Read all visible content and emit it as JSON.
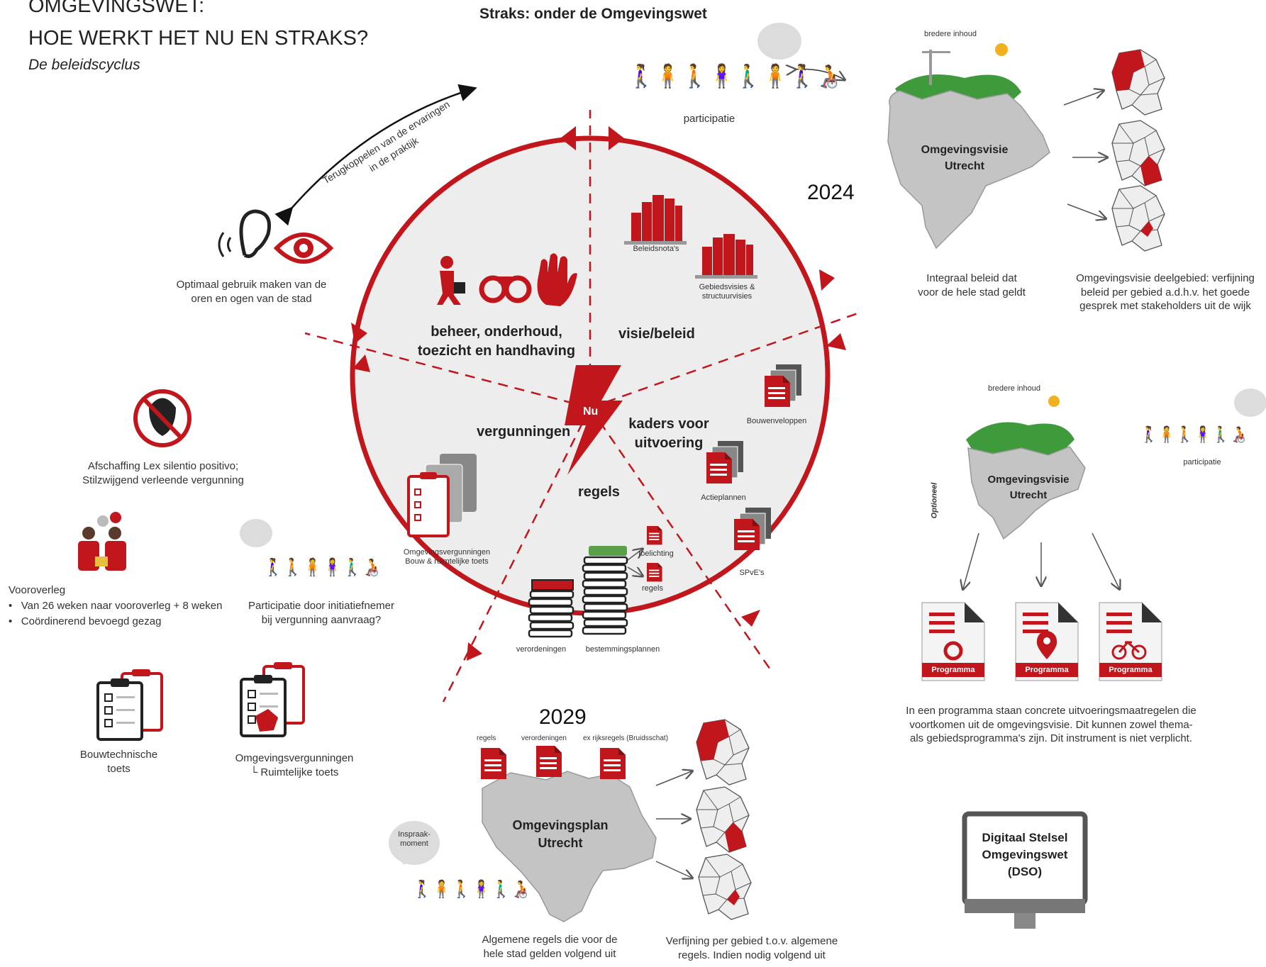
{
  "header": {
    "title_line1": "OMGEVINGSWET:",
    "title_line2": "HOE WERKT HET NU EN STRAKS?",
    "subtitle": "De beleidscyclus",
    "straks": "Straks: onder de Omgevingswet"
  },
  "years": {
    "y2024": "2024",
    "y2029": "2029"
  },
  "feedback": "Terugkoppelen van de ervaringen in de praktijk",
  "ears_eyes": {
    "line1": "Optimaal gebruik maken van de",
    "line2": "oren en ogen van de stad"
  },
  "lex": {
    "line1": "Afschaffing Lex silentio positivo;",
    "line2": "Stilzwijgend verleende vergunning"
  },
  "vooroverleg": {
    "title": "Vooroverleg",
    "bullets": [
      "Van 26 weken naar vooroverleg + 8 weken",
      "Coördinerend bevoegd gezag"
    ]
  },
  "participatie_initiatief": {
    "line1": "Participatie door initiatiefnemer",
    "line2": "bij vergunning aanvraag?"
  },
  "bouwtechnische": {
    "line1": "Bouwtechnische",
    "line2": "toets"
  },
  "omg_ruimtelijk": {
    "line1": "Omgevingsvergunningen",
    "line2": "Ruimtelijke toets"
  },
  "cycle": {
    "beheer": {
      "line1": "beheer, onderhoud,",
      "line2": "toezicht en handhaving"
    },
    "visie": "visie/beleid",
    "kaders": {
      "line1": "kaders voor",
      "line2": "uitvoering"
    },
    "regels": "regels",
    "vergunningen": "vergunningen",
    "nu": "Nu",
    "beleidsnotas": "Beleidsnota's",
    "gebiedsvisies": {
      "line1": "Gebiedsvisies &",
      "line2": "structuurvisies"
    },
    "bouwenveloppen": "Bouwenveloppen",
    "actieplannen": "Actieplannen",
    "spve": "SPvE's",
    "toelichting": "toelichting",
    "regels_small": "regels",
    "verordeningen": "verordeningen",
    "bestemmingsplannen": "bestemmingsplannen",
    "omg_bouw": {
      "line1": "Omgevingsvergunningen",
      "line2": "Bouw & ruimtelijke toets"
    }
  },
  "participatie": "participatie",
  "visie_top": {
    "bredere": "bredere inhoud",
    "name_line1": "Omgevingsvisie",
    "name_line2": "Utrecht",
    "integraal": {
      "line1": "Integraal beleid dat",
      "line2": "voor de hele stad geldt"
    },
    "deelgebied": {
      "line1": "Omgevingsvisie deelgebied: verfijning",
      "line2": "beleid per gebied a.d.h.v. het goede",
      "line3": "gesprek met stakeholders uit de wijk"
    }
  },
  "visie_mid": {
    "bredere": "bredere inhoud",
    "name_line1": "Omgevingsvisie",
    "name_line2": "Utrecht",
    "optioneel": "Optioneel",
    "participatie": "participatie",
    "programma": "Programma",
    "programma_text": {
      "line1": "In een programma staan concrete uitvoeringsmaatregelen die",
      "line2": "voortkomen uit de omgevingsvisie. Dit kunnen zowel thema-",
      "line3": "als gebiedsprogramma's zijn. Dit instrument is niet verplicht."
    }
  },
  "plan": {
    "labels": [
      "regels",
      "verordeningen",
      "ex rijksregels (Bruidsschat)"
    ],
    "name_line1": "Omgevingsplan",
    "name_line2": "Utrecht",
    "inspraak": {
      "line1": "Inspraak-",
      "line2": "moment"
    },
    "algemene": {
      "line1": "Algemene regels die voor de",
      "line2": "hele stad gelden volgend uit"
    },
    "verfijning": {
      "line1": "Verfijning per gebied t.o.v. algemene",
      "line2": "regels. Indien nodig volgend uit"
    }
  },
  "dso": {
    "line1": "Digitaal Stelsel",
    "line2": "Omgevingswet",
    "line3": "(DSO)"
  },
  "colors": {
    "red": "#c0161c",
    "dark": "#222222",
    "grey": "#c8c8c8",
    "green": "#3e9a3a"
  }
}
